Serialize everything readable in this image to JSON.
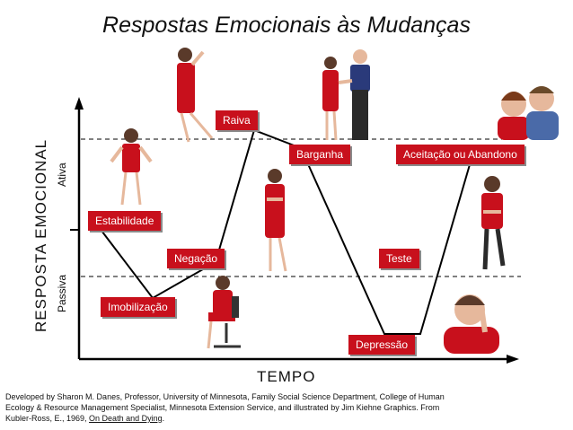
{
  "title": "Respostas Emocionais às Mudanças",
  "y_axis": {
    "title": "RESPOSTA EMOCIONAL",
    "upper": "Ativa",
    "lower": "Passiva"
  },
  "x_axis": {
    "title": "TEMPO"
  },
  "stages": [
    {
      "name": "stabilidade",
      "label": "Estabilidade"
    },
    {
      "name": "imobilizacao",
      "label": "Imobilização"
    },
    {
      "name": "negacao",
      "label": "Negação"
    },
    {
      "name": "raiva",
      "label": "Raiva"
    },
    {
      "name": "barganha",
      "label": "Barganha"
    },
    {
      "name": "depressao",
      "label": "Depressão"
    },
    {
      "name": "teste",
      "label": "Teste"
    },
    {
      "name": "aceitacao",
      "label": "Aceitação ou Abandono"
    }
  ],
  "credits": {
    "text": "Developed by Sharon M. Danes, Professor, University of Minnesota, Family Social Science Department, College of Human Ecology & Resource Management Specialist, Minnesota Extension Service, and illustrated by Jim Kiehne Graphics.  From Kubler-Ross, E., 1969, ",
    "book": "On Death and Dying",
    "end": "."
  },
  "colors": {
    "label_bg": "#c8101c",
    "shirt": "#c8101c",
    "axis": "#000000"
  }
}
